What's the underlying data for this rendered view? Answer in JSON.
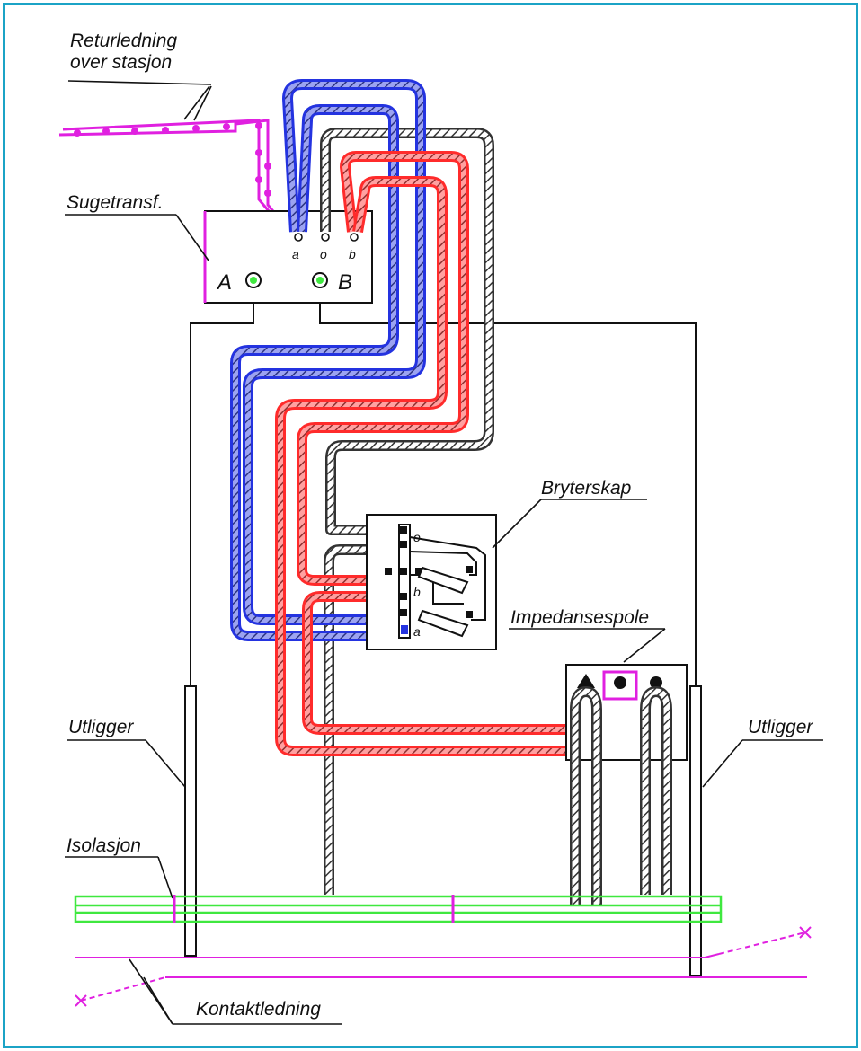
{
  "labels": {
    "return_line_1": "Returledning",
    "return_line_2": "over stasjon",
    "suction_transformer": "Sugetransf.",
    "terminal_A": "A",
    "terminal_B": "B",
    "term_a": "a",
    "term_o": "o",
    "term_b": "b",
    "switch_cabinet": "Bryterskap",
    "switch_o": "o",
    "switch_b": "b",
    "switch_a": "a",
    "impedance_coil": "Impedansespole",
    "cantilever_left": "Utligger",
    "cantilever_right": "Utligger",
    "insulation": "Isolasjon",
    "contact_wire": "Kontaktledning"
  },
  "colors": {
    "frame": "#1ba3c6",
    "blue_cable": "#2433e0",
    "red_cable": "#ff2b2b",
    "black_cable": "#333333",
    "return_line": "#e020e0",
    "rail": "#3fe83f",
    "contact_wire": "#e020e0"
  }
}
